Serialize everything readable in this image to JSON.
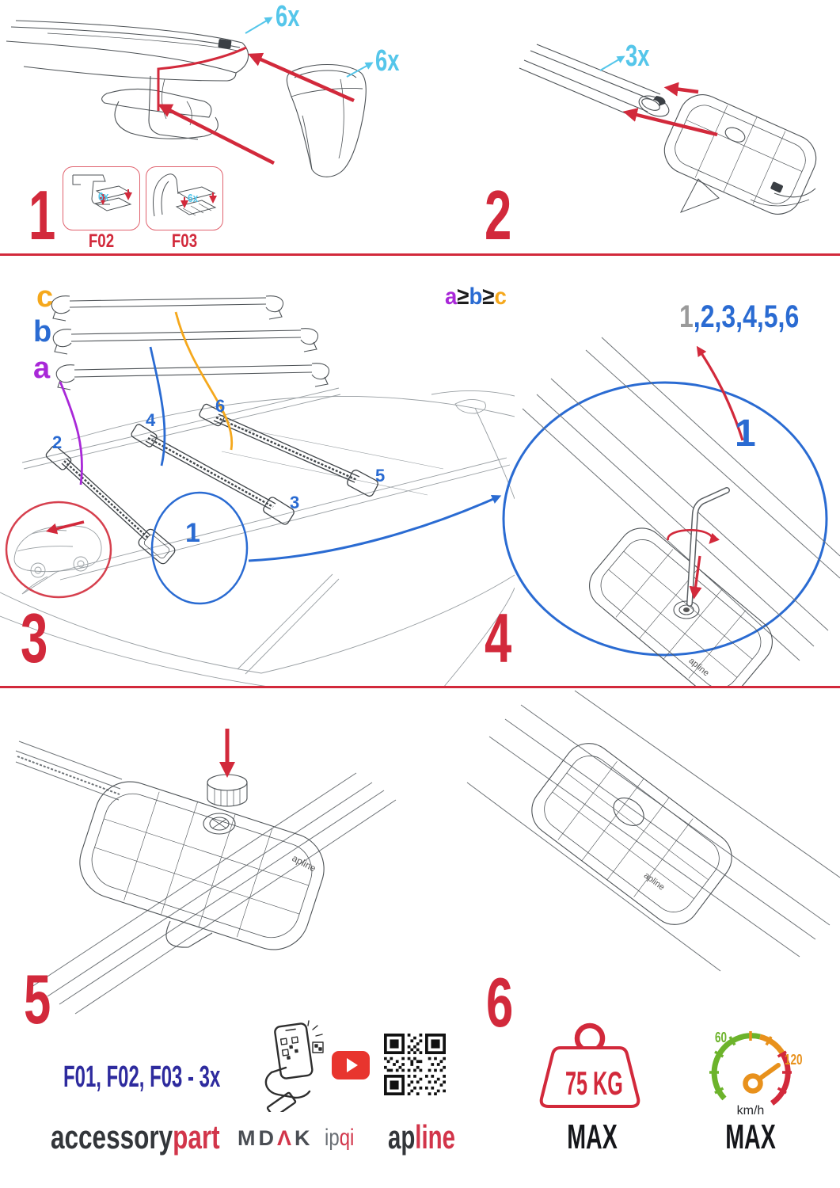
{
  "steps": {
    "step1": {
      "numeral": "1",
      "cap_qty": "6x",
      "cap_qty2": "6x",
      "insets": [
        {
          "code": "F02",
          "qty": "6x"
        },
        {
          "code": "F03",
          "qty": "6x"
        }
      ]
    },
    "step2": {
      "numeral": "2",
      "bar_qty": "3x"
    },
    "step3": {
      "numeral": "3",
      "bar_labels": [
        "c",
        "b",
        "a"
      ],
      "formula": [
        "a",
        "≥",
        "b",
        "≥",
        "c"
      ],
      "roof_positions": {
        "p1": "1",
        "p2": "2",
        "p3": "3",
        "p4": "4",
        "p5": "5",
        "p6": "6"
      }
    },
    "step4": {
      "numeral": "4",
      "sequence_first": "1",
      "sequence_rest": ",2,3,4,5,6",
      "callout": "1",
      "part_brand": "apline"
    },
    "step5": {
      "numeral": "5",
      "part_brand": "apline"
    },
    "step6": {
      "numeral": "6",
      "part_brand": "apline"
    }
  },
  "footer": {
    "parts_note": "F01, F02, F03 - 3x",
    "logos": {
      "accessorypart": {
        "dark": "accessory",
        "red": "part"
      },
      "mdak": {
        "d1": "MD",
        "red": "Λ",
        "d2": "K"
      },
      "ipqi": {
        "dark": "ip",
        "red": "qi"
      },
      "apline": {
        "dark": "ap",
        "red": "line"
      }
    },
    "load": {
      "value": "75 KG",
      "max": "MAX"
    },
    "speed": {
      "tick_low": "60",
      "tick_high": "120",
      "unit": "km/h",
      "max": "MAX"
    }
  },
  "colors": {
    "red": "#d2293b",
    "cyan": "#55c6ea",
    "blue": "#2a6bd2",
    "purple": "#a928d8",
    "orange": "#f5a81c",
    "gray": "#9a9a9a",
    "indigo": "#2e2b9e",
    "green": "#6cb32b",
    "speed_orange": "#e8911c",
    "logo_red": "#d2354a"
  }
}
